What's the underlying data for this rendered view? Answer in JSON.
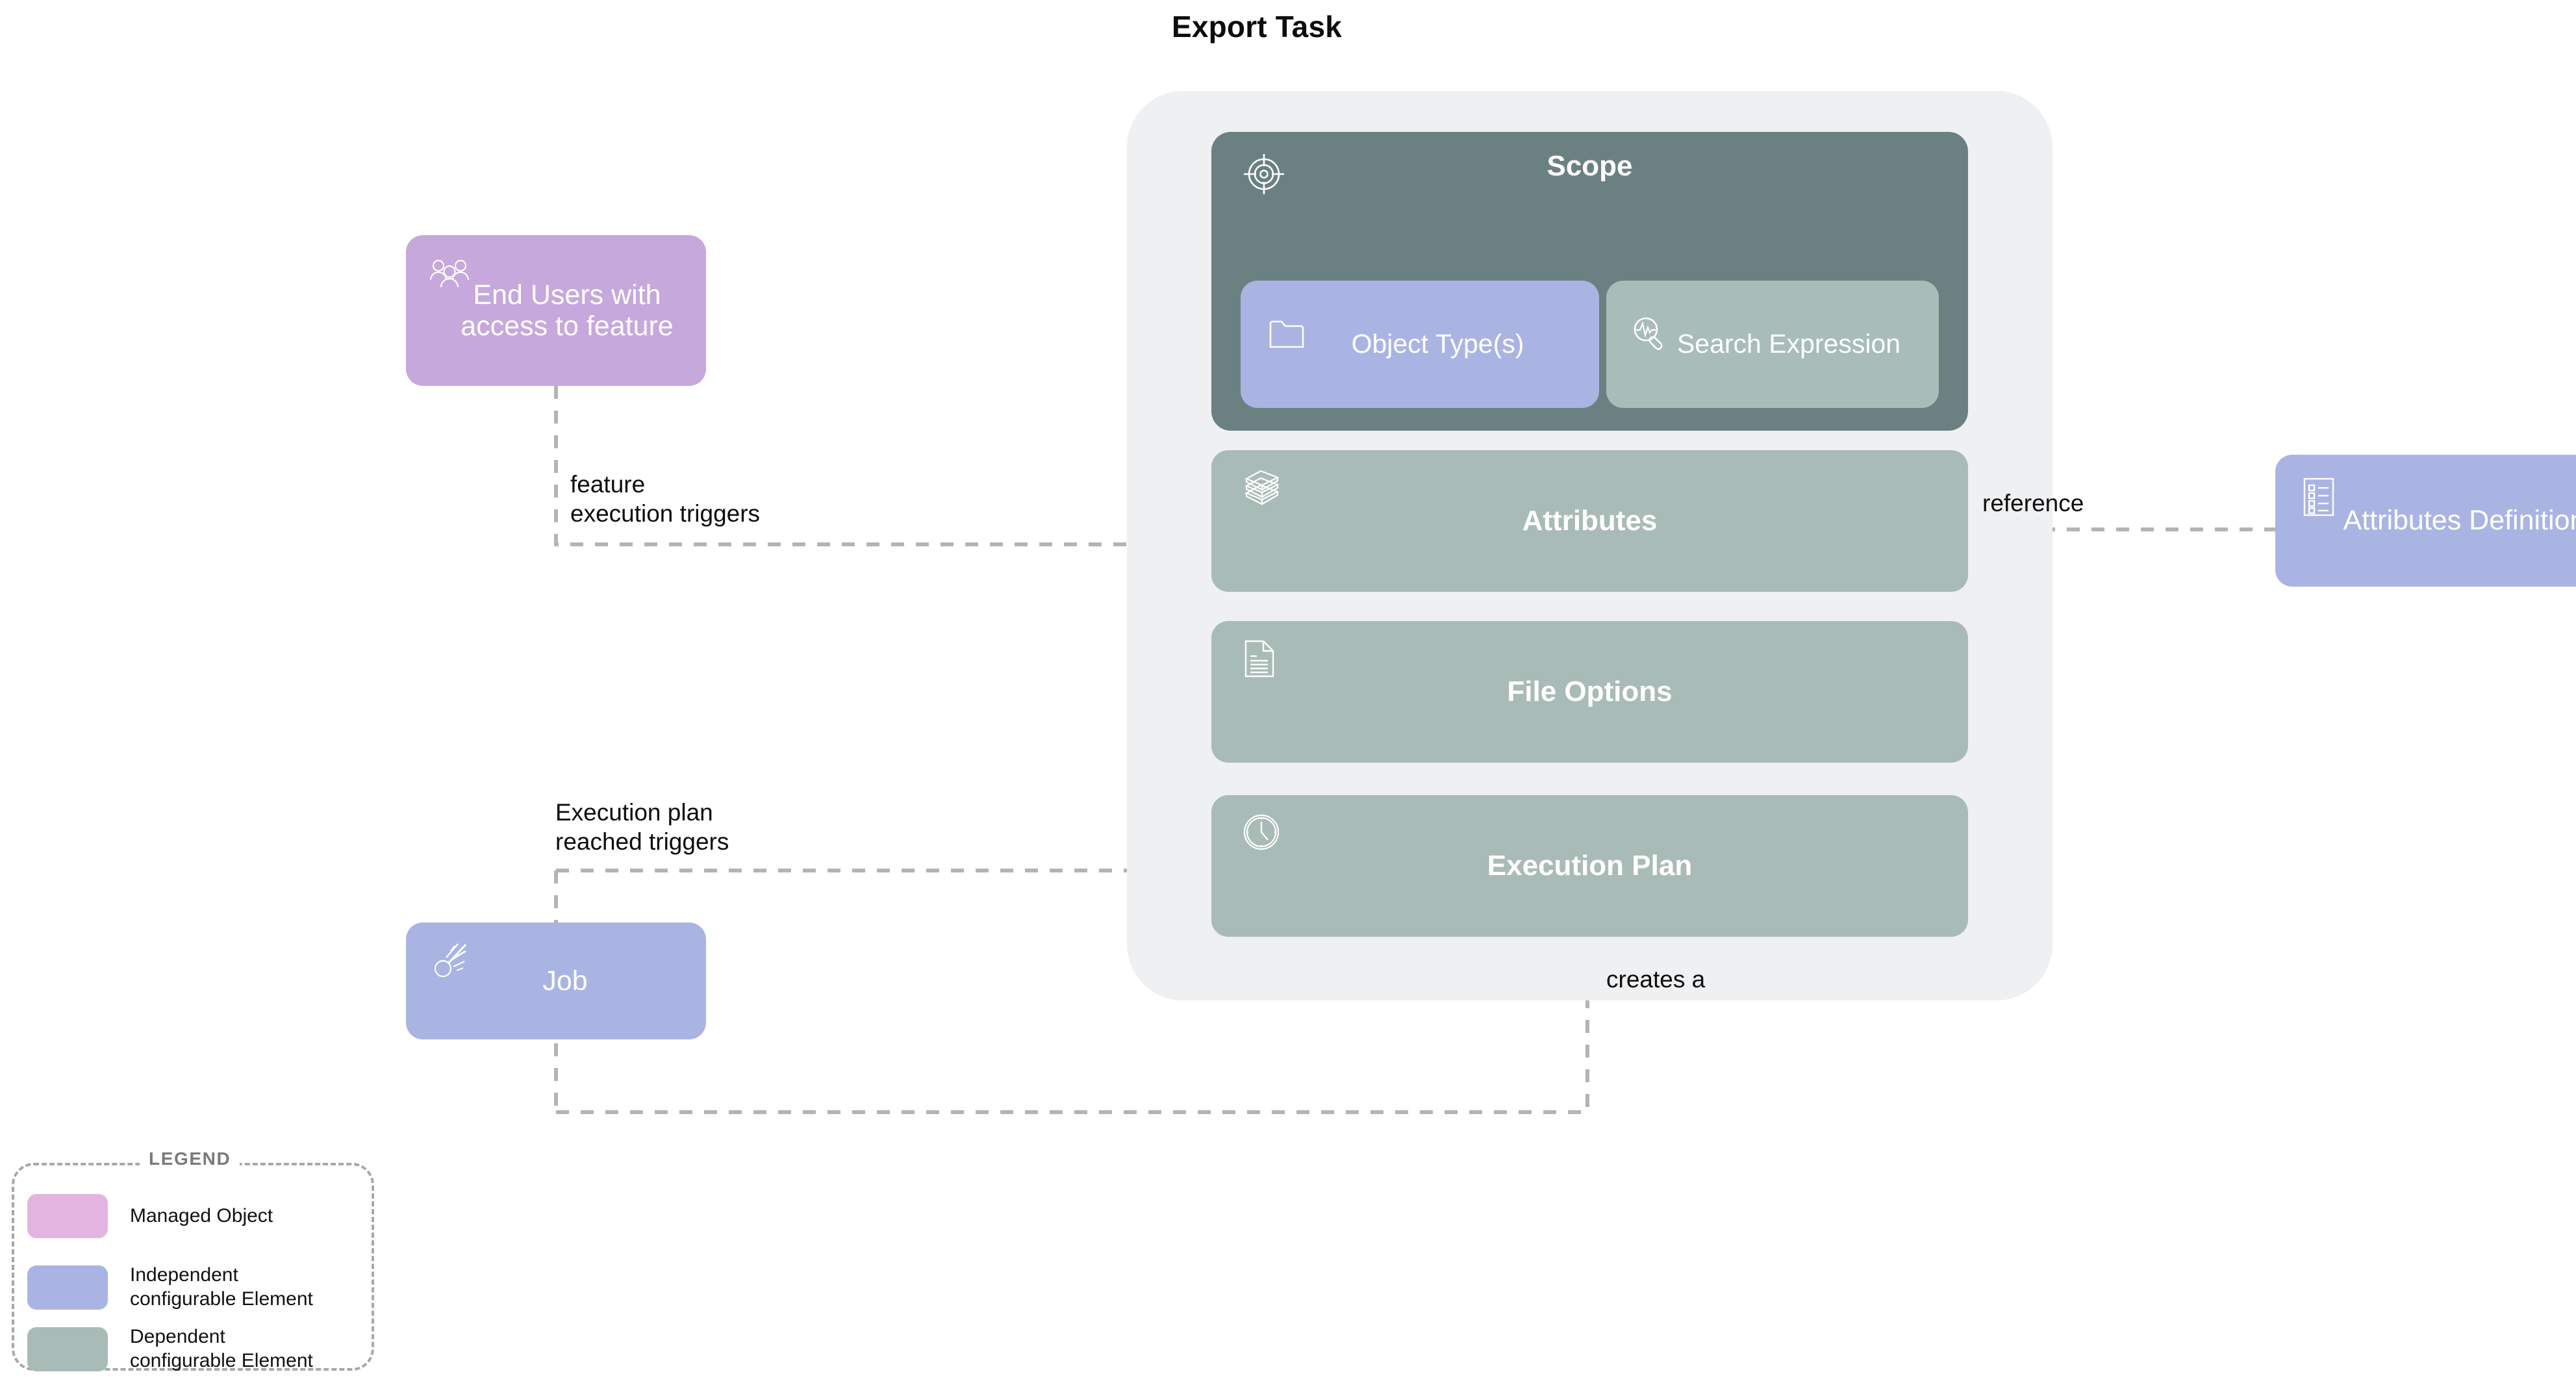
{
  "title": "Export Task",
  "container": {
    "name": "Export Task container",
    "background": "#eff0f2"
  },
  "nodes": {
    "scope": {
      "label": "Scope",
      "icon": "target-crosshair-icon",
      "color": "#6b8181",
      "category": "Dependent configurable Element"
    },
    "object_types": {
      "label": "Object\nType(s)",
      "icon": "folder-icon",
      "color": "#aab4e3",
      "category": "Independent configurable Element"
    },
    "search_expression": {
      "label": "Search\nExpression",
      "icon": "search-pulse-icon",
      "color": "#a8bcb8",
      "category": "Dependent configurable Element"
    },
    "attributes": {
      "label": "Attributes",
      "icon": "stacked-books-icon",
      "color": "#a9bbb6",
      "category": "Dependent configurable Element"
    },
    "file_options": {
      "label": "File Options",
      "icon": "document-icon",
      "color": "#a9bbb6",
      "category": "Dependent configurable Element"
    },
    "execution_plan": {
      "label": "Execution Plan",
      "icon": "clock-icon",
      "color": "#a9bbb6",
      "category": "Dependent configurable Element"
    },
    "end_users": {
      "label": "End Users\nwith access\nto feature",
      "icon": "users-group-icon",
      "color": "#c6a8dc",
      "category": "Managed Object"
    },
    "job": {
      "label": "Job",
      "icon": "comet-icon",
      "color": "#aab4e3",
      "category": "Independent configurable Element"
    },
    "attributes_definition": {
      "label": "Attributes\nDefinition",
      "icon": "checklist-icon",
      "color": "#aab4e3",
      "category": "Independent configurable Element"
    }
  },
  "edges": [
    {
      "id": "feature-execution",
      "label": "feature\nexecution triggers",
      "from": "end_users",
      "to": "attributes",
      "style": "dashed"
    },
    {
      "id": "execution-reached",
      "label": "Execution plan\nreached triggers",
      "from": "execution_plan",
      "to": "job",
      "style": "dashed"
    },
    {
      "id": "creates-a",
      "label": "creates a",
      "from": "execution_plan",
      "to": "job",
      "style": "dashed"
    },
    {
      "id": "reference",
      "label": "reference",
      "from": "attributes",
      "to": "attributes_definition",
      "style": "dashed"
    }
  ],
  "legend": {
    "title": "LEGEND",
    "items": [
      {
        "label": "Managed Object",
        "color": "#e4b4e0"
      },
      {
        "label": "Independent\nconfigurable Element",
        "color": "#aab4e3"
      },
      {
        "label": "Dependent\nconfigurable Element",
        "color": "#a9bbb6"
      }
    ]
  },
  "colors": {
    "connector": "#b4b4b4",
    "page_background": "#ffffff",
    "title_text": "#0d0d0d"
  }
}
